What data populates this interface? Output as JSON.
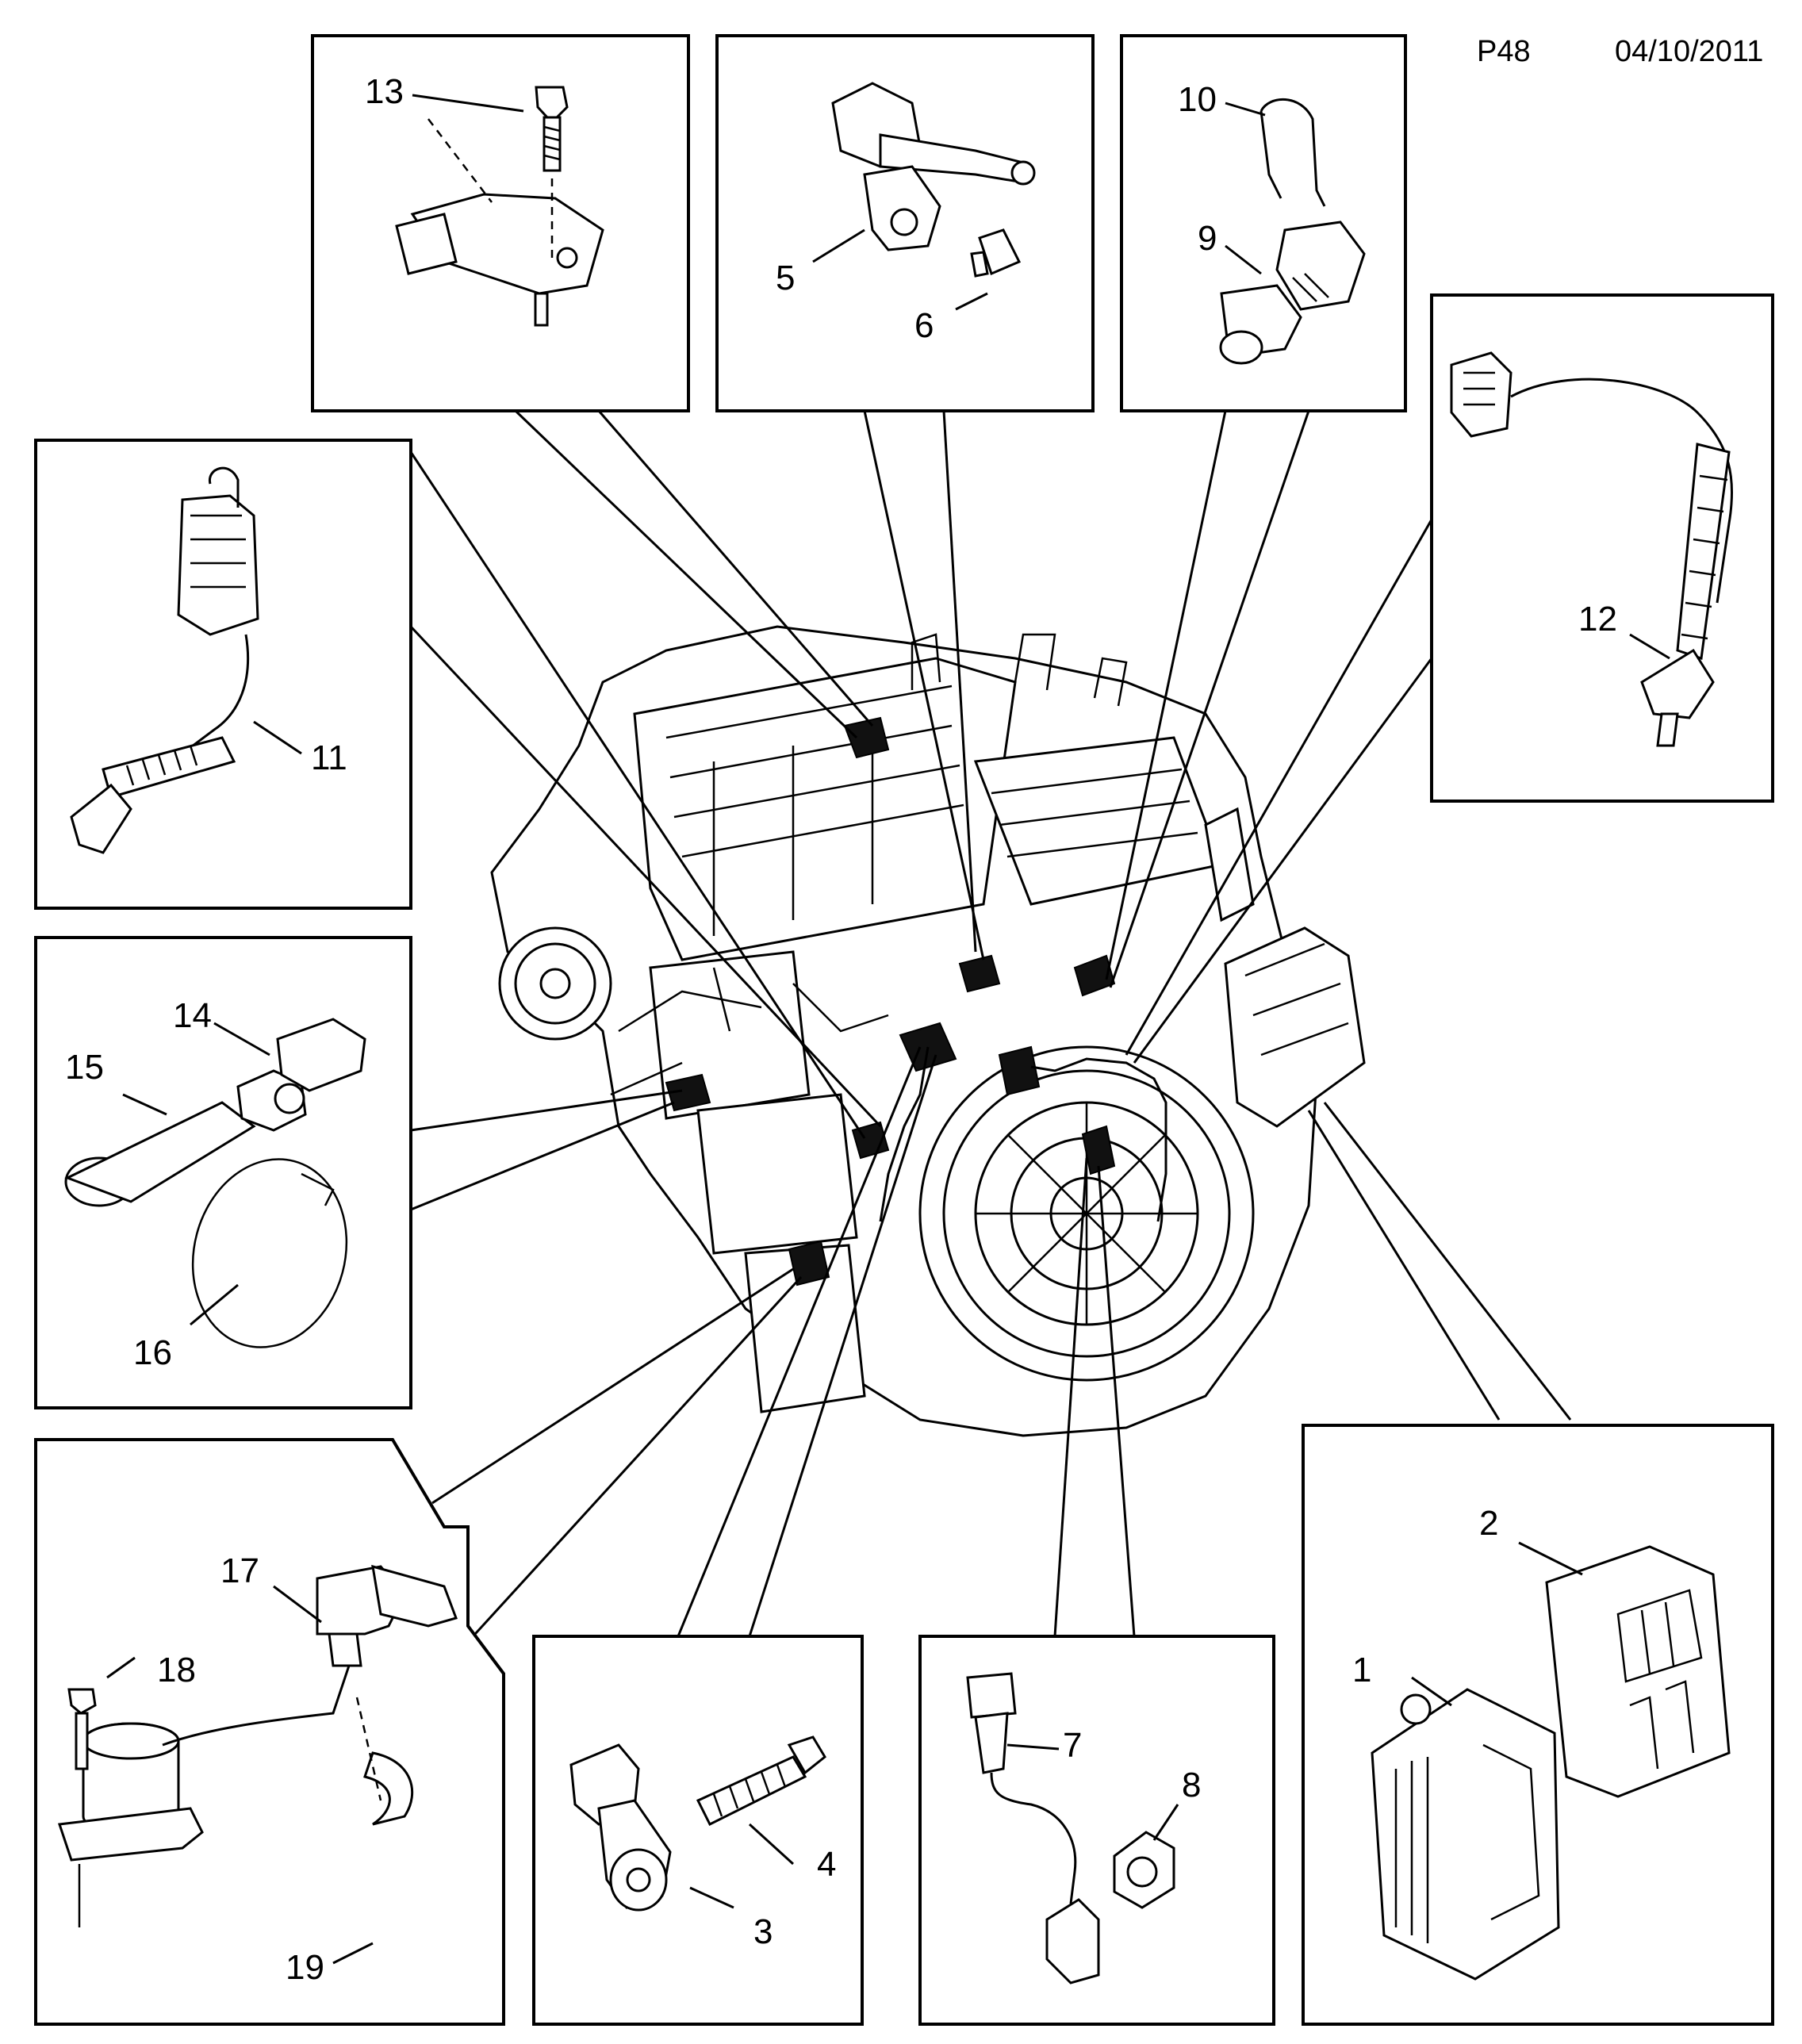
{
  "header": {
    "page_code": "P48",
    "date": "04/10/2011"
  },
  "callouts": [
    "1",
    "2",
    "3",
    "4",
    "5",
    "6",
    "7",
    "8",
    "9",
    "10",
    "11",
    "12",
    "13",
    "14",
    "15",
    "16",
    "17",
    "18",
    "19"
  ]
}
